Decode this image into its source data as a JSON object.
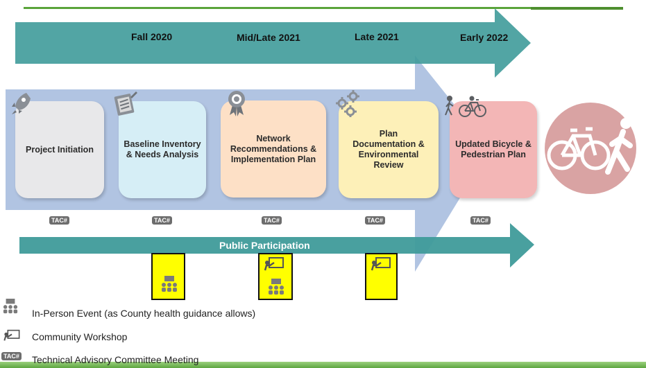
{
  "timeline": {
    "phases": [
      "Fall 2020",
      "Mid/Late 2021",
      "Late 2021",
      "Early 2022"
    ]
  },
  "steps": [
    {
      "label": "Project Initiation",
      "icon": "rocket-icon",
      "color": "#e8e8ea"
    },
    {
      "label": "Baseline Inventory & Needs Analysis",
      "icon": "clipboard-icon",
      "color": "#d6eef6"
    },
    {
      "label": "Network Recommendations & Implementation Plan",
      "icon": "award-icon",
      "color": "#fde0c6"
    },
    {
      "label": "Plan Documentation & Environmental Review",
      "icon": "gears-icon",
      "color": "#fdf0b8"
    },
    {
      "label": "Updated Bicycle & Pedestrian Plan",
      "icon": "walk-bike-icon",
      "color": "#f3b6b6"
    }
  ],
  "tac_label": "TAC#",
  "public_participation": "Public Participation",
  "legend": {
    "in_person": "In-Person Event (as County health guidance allows)",
    "workshop": "Community Workshop",
    "tac": "Technical Advisory Committee Meeting"
  },
  "colors": {
    "teal": "#3f9b9a",
    "blue_arrow": "#a8bedf",
    "circle": "#d9a3a3",
    "yellow": "#ffff00"
  }
}
